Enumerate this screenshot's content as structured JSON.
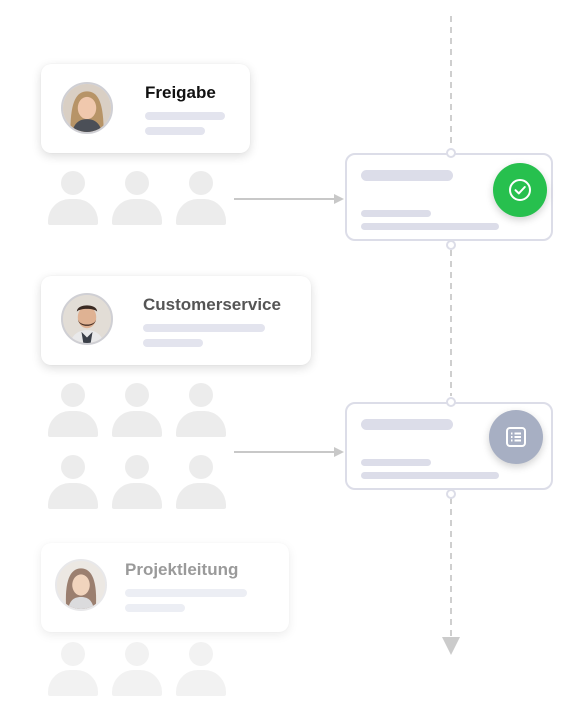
{
  "colors": {
    "approved_badge": "#27c04e",
    "document_badge": "#a7afc3",
    "flow_line": "#cbcbcb",
    "placeholder": "#e3e4ee",
    "person": "#ececec"
  },
  "roles": [
    {
      "title": "Freigabe",
      "avatar": "woman-blonde-avatar",
      "title_color": "#111111"
    },
    {
      "title": "Customerservice",
      "avatar": "man-beard-avatar",
      "title_color": "#555555"
    },
    {
      "title": "Projektleitung",
      "avatar": "woman-brunette-avatar",
      "title_color": "#9a9a9a"
    }
  ],
  "steps": [
    {
      "status_icon": "check-circle-icon"
    },
    {
      "status_icon": "list-document-icon"
    }
  ],
  "team_groups": [
    {
      "rows": 1,
      "cols": 3
    },
    {
      "rows": 2,
      "cols": 3
    },
    {
      "rows": 1,
      "cols": 3
    }
  ]
}
